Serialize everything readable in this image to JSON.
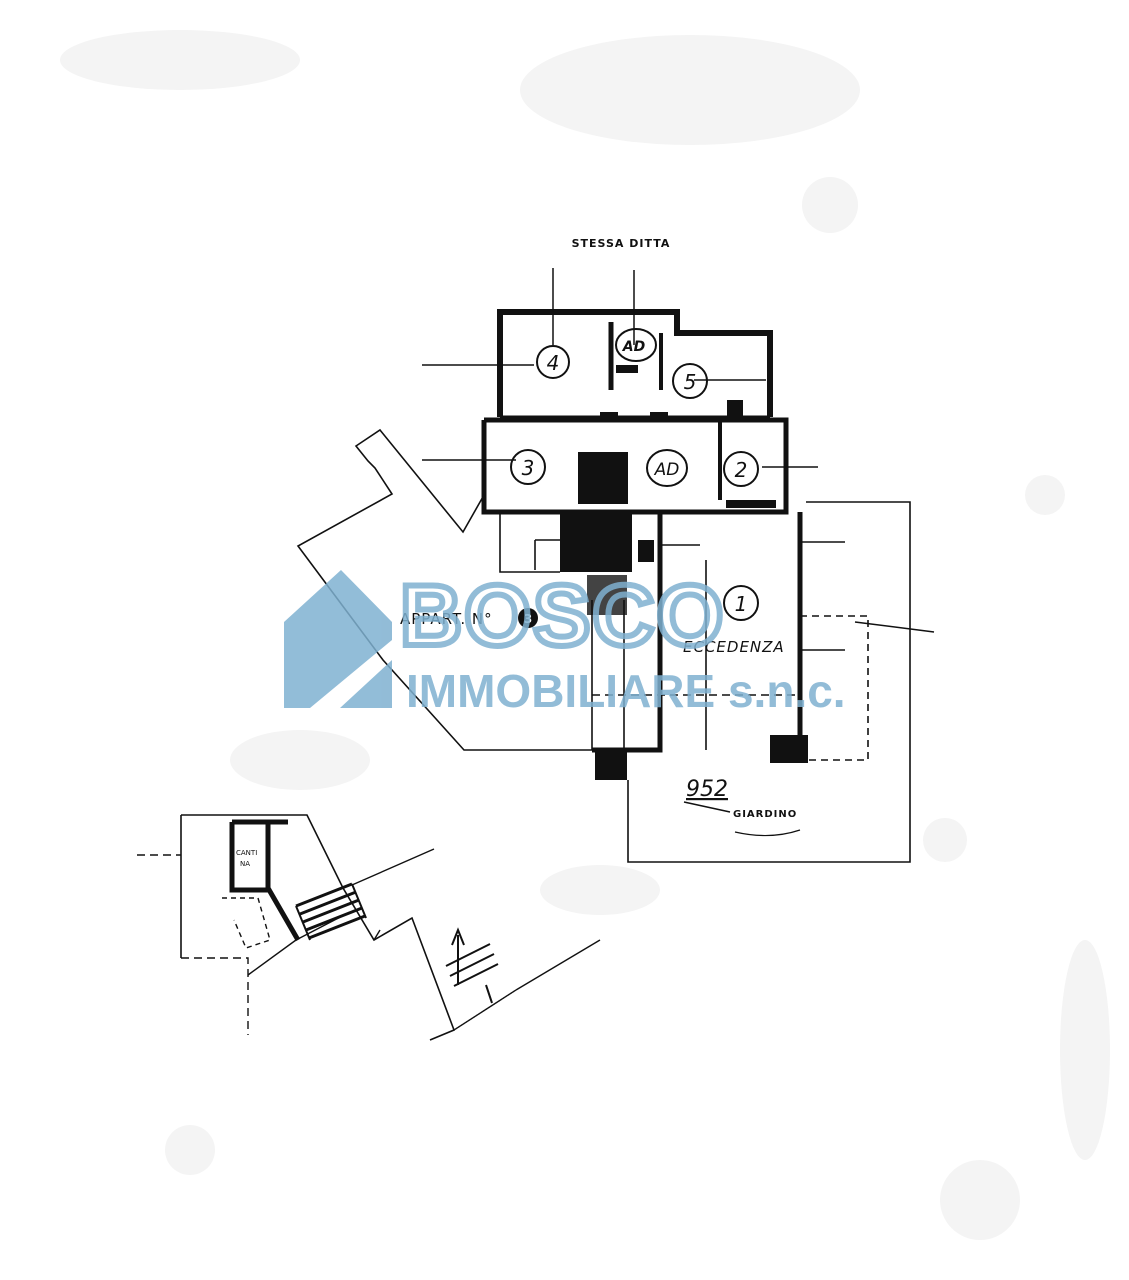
{
  "plan": {
    "header_label": "STESSA DITTA",
    "apartment_label": "APPART. N°",
    "apartment_number": "3",
    "surplus_label": "ECCEDENZA",
    "garden_label": "GIARDINO",
    "parcel_number": "952",
    "cellar_label_line1": "CANTI",
    "cellar_label_line2": "NA",
    "rooms": [
      "4",
      "AD",
      "5",
      "3",
      "AD",
      "2",
      "1"
    ]
  },
  "watermark": {
    "brand": "BOSCO",
    "subtitle": "IMMOBILIARE s.n.c.",
    "color": "#7fb1d1"
  }
}
